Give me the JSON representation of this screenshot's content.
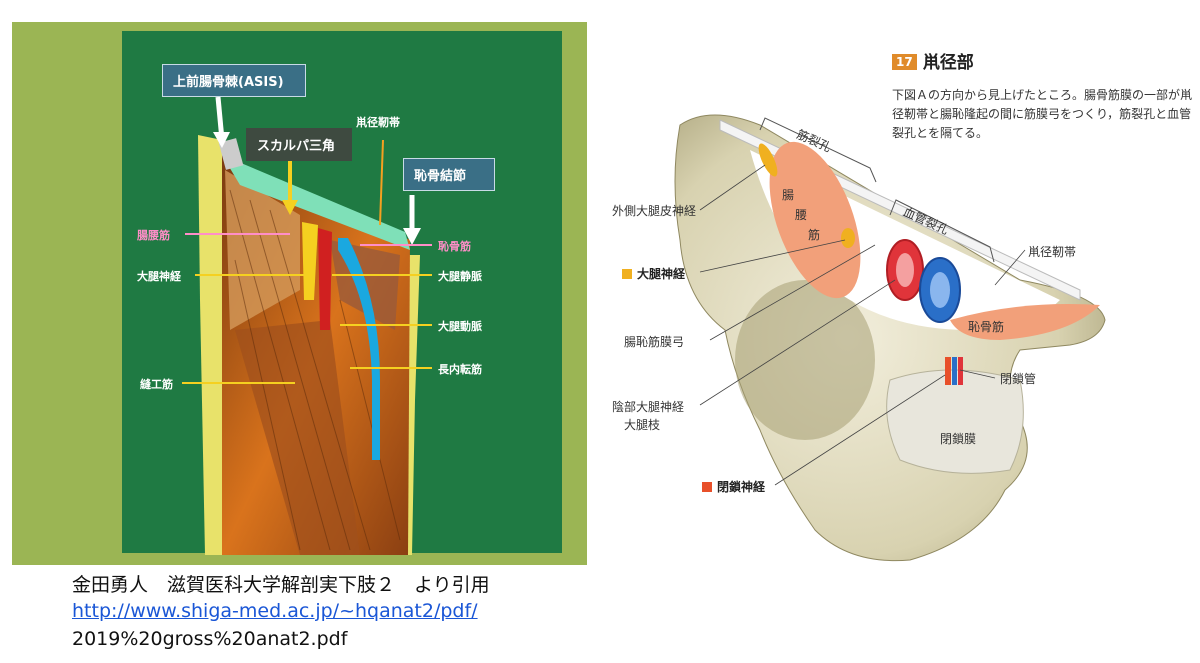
{
  "left_diagram": {
    "asis_label": "上前腸骨棘(ASIS)",
    "scarpa_label": "スカルパ三角",
    "inguinal_ligament": "鼡径靭帯",
    "pubic_tubercle": "恥骨結節",
    "iliopsoas": "腸腰筋",
    "pectineus": "恥骨筋",
    "femoral_nerve": "大腿神経",
    "femoral_vein": "大腿静脈",
    "femoral_artery": "大腿動脈",
    "adductor_longus": "長内転筋",
    "sartorius": "縫工筋",
    "colors": {
      "frame": "#9bb554",
      "background": "#1f7a43"
    }
  },
  "credit": {
    "line1": "金田勇人　滋賀医科大学解剖実下肢２　より引用",
    "url": "http://www.shiga-med.ac.jp/~hqanat2/pdf/",
    "file": "2019%20gross%20anat2.pdf"
  },
  "right_diagram": {
    "section_number": "17",
    "section_title": "鼡径部",
    "description": "下図Ａの方向から見上げたところ。腸骨筋膜の一部が鼡径靭帯と腸恥隆起の間に筋膜弓をつくり，筋裂孔と血管裂孔とを隔てる。",
    "muscular_lacuna": "筋裂孔",
    "vascular_lacuna": "血管裂孔",
    "lateral_femoral_cutaneous": "外側大腿皮神経",
    "iliopsoas_chars": [
      "腸",
      "腰",
      "筋"
    ],
    "femoral_nerve": "大腿神経",
    "inguinal_ligament": "鼡径靭帯",
    "iliopectineal_arch": "腸恥筋膜弓",
    "genitofemoral_lines": [
      "陰部大腿神経",
      "大腿枝"
    ],
    "pectineus": "恥骨筋",
    "obturator_canal": "閉鎖管",
    "obturator_membrane": "閉鎖膜",
    "obturator_nerve": "閉鎖神経",
    "colors": {
      "nerve_yellow": "#f0b020",
      "nerve_orange": "#e8502a",
      "number_badge": "#e08b2a"
    }
  }
}
